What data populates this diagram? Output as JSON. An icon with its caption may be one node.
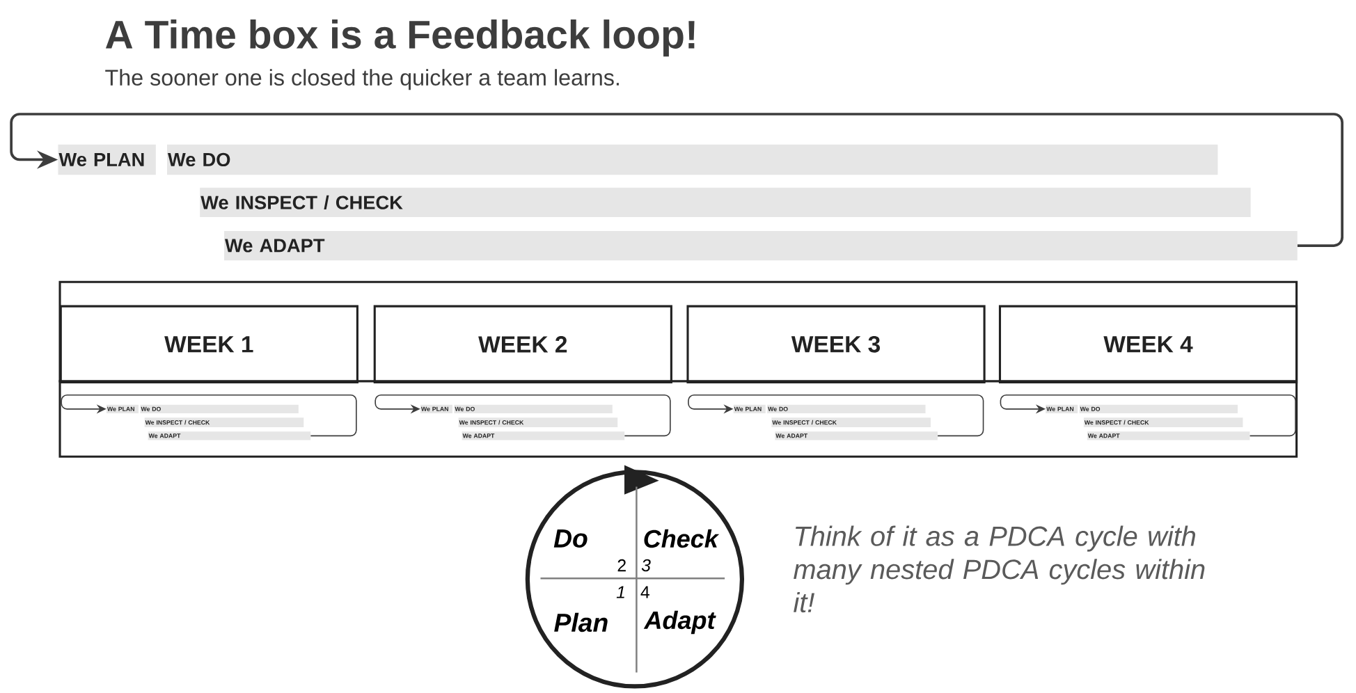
{
  "diagram": {
    "title": "A Time box is a Feedback loop!",
    "nodes": [
      {
        "text": [
          "We PLAN"
        ]
      },
      {
        "text": [
          "We DO"
        ]
      },
      {
        "text": [
          "We INSPECT / CHECK"
        ]
      },
      {
        "text": [
          "We ADAPT"
        ]
      },
      {
        "text": [],
        "shape": "box"
      },
      {
        "text": [
          "WEEK 1"
        ],
        "in": 4
      },
      {
        "text": [
          "We PLAN"
        ],
        "in": 4
      },
      {
        "text": [
          "We DO"
        ],
        "in": 4
      },
      {
        "text": [
          "We INSPECT / CHECK"
        ],
        "in": 4
      },
      {
        "text": [
          "We ADAPT"
        ],
        "in": 4
      },
      {
        "text": [
          "WEEK 2"
        ],
        "in": 4
      },
      {
        "text": [
          "We PLAN"
        ],
        "in": 4
      },
      {
        "text": [
          "We DO"
        ],
        "in": 4
      },
      {
        "text": [
          "We INSPECT / CHECK"
        ],
        "in": 4
      },
      {
        "text": [
          "We ADAPT"
        ],
        "in": 4
      },
      {
        "text": [
          "WEEK 3"
        ],
        "in": 4
      },
      {
        "text": [
          "We PLAN"
        ],
        "in": 4
      },
      {
        "text": [
          "We DO"
        ],
        "in": 4
      },
      {
        "text": [
          "We INSPECT / CHECK"
        ],
        "in": 4
      },
      {
        "text": [
          "We ADAPT"
        ],
        "in": 4
      },
      {
        "text": [
          "WEEK 4"
        ],
        "in": 4
      },
      {
        "text": [
          "We PLAN"
        ],
        "in": 4
      },
      {
        "text": [
          "We DO"
        ],
        "in": 4
      },
      {
        "text": [
          "We INSPECT / CHECK"
        ],
        "in": 4
      },
      {
        "text": [
          "We ADAPT"
        ],
        "in": 4
      },
      {
        "text": [
          "Do",
          "Check",
          "2",
          "3",
          "1",
          "4",
          "Plan",
          "Adapt"
        ]
      }
    ],
    "edges": [
      {
        "from": 3,
        "to": 0,
        "arrow": "to"
      },
      {
        "from": 9,
        "to": 6,
        "arrow": "to"
      },
      {
        "from": 14,
        "to": 11,
        "arrow": "to"
      },
      {
        "from": 19,
        "to": 16,
        "arrow": "to"
      },
      {
        "from": 24,
        "to": 21,
        "arrow": "to"
      }
    ],
    "labels": [
      "The sooner one is closed the quicker a team learns.",
      "Think of it as a PDCA cycle with many nested PDCA cycles within it!"
    ]
  }
}
